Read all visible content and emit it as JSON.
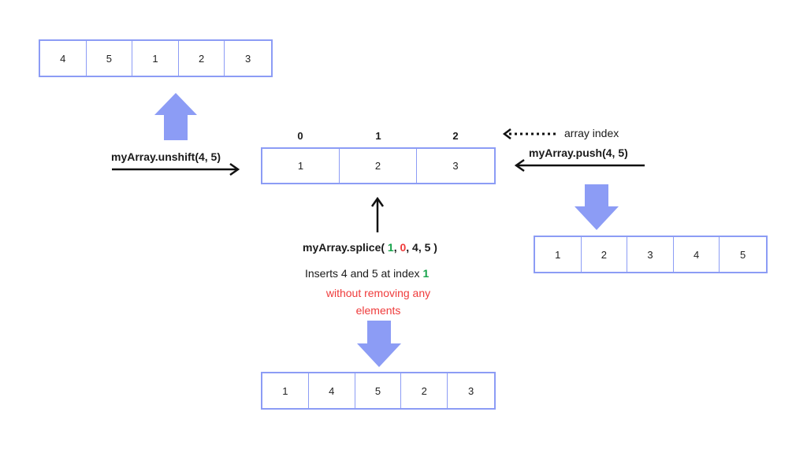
{
  "colors": {
    "accent": "#8c9cf5",
    "big_arrow": "#8c9cf5",
    "red": "#ef3b3b",
    "green": "#16a34a"
  },
  "unshift_result": [
    "4",
    "5",
    "1",
    "2",
    "3"
  ],
  "original": {
    "indices": [
      "0",
      "1",
      "2"
    ],
    "values": [
      "1",
      "2",
      "3"
    ]
  },
  "push_result": [
    "1",
    "2",
    "3",
    "4",
    "5"
  ],
  "splice_result": [
    "1",
    "4",
    "5",
    "2",
    "3"
  ],
  "labels": {
    "array_index": "array index",
    "unshift": "myArray.unshift(4, 5)",
    "push": "myArray.push(4, 5)",
    "splice_prefix": "myArray.splice( ",
    "splice_arg1": "1",
    "splice_sep1": ", ",
    "splice_arg2": "0",
    "splice_rest": ", 4, 5 )",
    "desc_prefix": "Inserts 4 and 5 at index ",
    "desc_index": "1",
    "desc_line2": "without removing any",
    "desc_line3": "elements"
  },
  "icons": {
    "up_arrow": "big-up-arrow-icon",
    "down_arrow": "big-down-arrow-icon",
    "right_arrow": "right-arrow-icon",
    "left_arrow": "left-arrow-icon",
    "dotted_arrow": "dotted-left-arrow-icon"
  }
}
